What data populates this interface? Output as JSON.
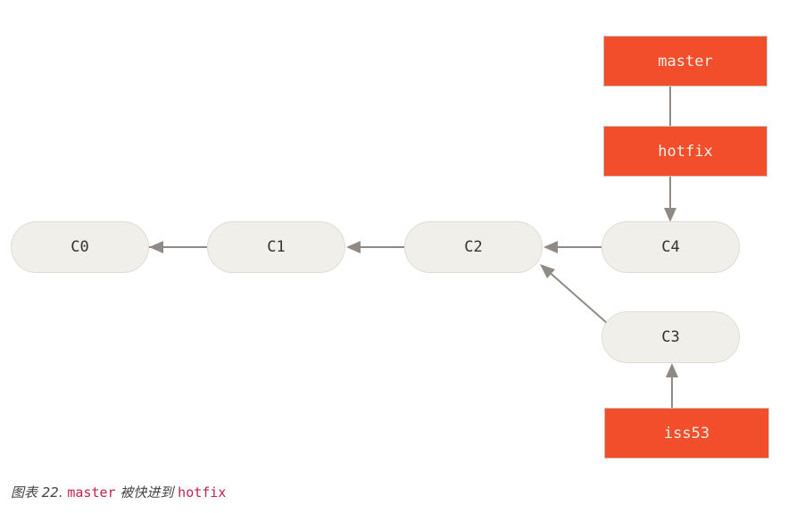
{
  "diagram": {
    "commits": [
      {
        "id": "C0",
        "label": "C0"
      },
      {
        "id": "C1",
        "label": "C1"
      },
      {
        "id": "C2",
        "label": "C2"
      },
      {
        "id": "C4",
        "label": "C4"
      },
      {
        "id": "C3",
        "label": "C3"
      }
    ],
    "branches": [
      {
        "name": "master",
        "label": "master",
        "points_to": "hotfix"
      },
      {
        "name": "hotfix",
        "label": "hotfix",
        "points_to": "C4"
      },
      {
        "name": "iss53",
        "label": "iss53",
        "points_to": "C3"
      }
    ],
    "edges": [
      {
        "from": "C1",
        "to": "C0"
      },
      {
        "from": "C2",
        "to": "C1"
      },
      {
        "from": "C4",
        "to": "C2"
      },
      {
        "from": "C3",
        "to": "C2"
      },
      {
        "from": "master",
        "to": "hotfix"
      },
      {
        "from": "hotfix",
        "to": "C4"
      },
      {
        "from": "iss53",
        "to": "C3"
      }
    ],
    "colors": {
      "branch_fill": "#f24e2c",
      "branch_text": "#f6efe8",
      "commit_fill": "#f0efe9",
      "commit_text": "#333333",
      "edge": "#8f8b84",
      "caption_code": "#c0234b"
    }
  },
  "caption": {
    "prefix": "图表 22.",
    "code1": "master",
    "middle": "被快进到",
    "code2": "hotfix"
  }
}
